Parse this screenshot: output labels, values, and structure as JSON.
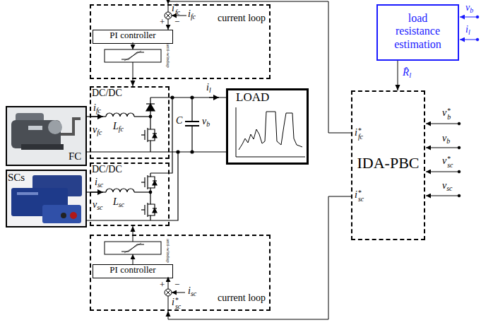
{
  "diagram": {
    "nodes": [
      {
        "text": [
          "current loop"
        ]
      },
      {
        "text": [
          "PI controller"
        ],
        "in": 0
      },
      {
        "text": [
          "DC/DC"
        ]
      },
      {
        "text": [
          "LOAD"
        ]
      },
      {
        "text": [
          "load resistance estimation"
        ]
      },
      {
        "text": [
          "FC"
        ]
      },
      {
        "text": [
          "DC/DC"
        ]
      },
      {
        "text": [
          "SCs"
        ]
      },
      {
        "text": [
          "IDA-PBC"
        ]
      },
      {
        "text": [
          "current loop"
        ]
      },
      {
        "text": [
          "PI controller"
        ],
        "in": 9
      }
    ],
    "edges": [
      {
        "from": 8,
        "to": 0,
        "arrow": "to"
      },
      {
        "from": 0,
        "to": 2,
        "arrow": "to"
      },
      {
        "from": 4,
        "to": 8,
        "label": "R̂l",
        "arrow": "to"
      },
      {
        "from": 9,
        "to": 6,
        "arrow": "to"
      },
      {
        "from": 8,
        "to": 9,
        "arrow": "to"
      }
    ],
    "labels": [
      "+",
      "−",
      "ifc",
      "i*fc",
      "anti-windup",
      "ifc",
      "vfc",
      "Lfc",
      "C",
      "il",
      "vb",
      "isc",
      "vsc",
      "Lsc",
      "anti-windup",
      "+",
      "−",
      "isc",
      "i*sc",
      "vb",
      "il",
      "i*fc",
      "i*sc",
      "v*b",
      "vb",
      "v*sc",
      "vsc"
    ]
  }
}
